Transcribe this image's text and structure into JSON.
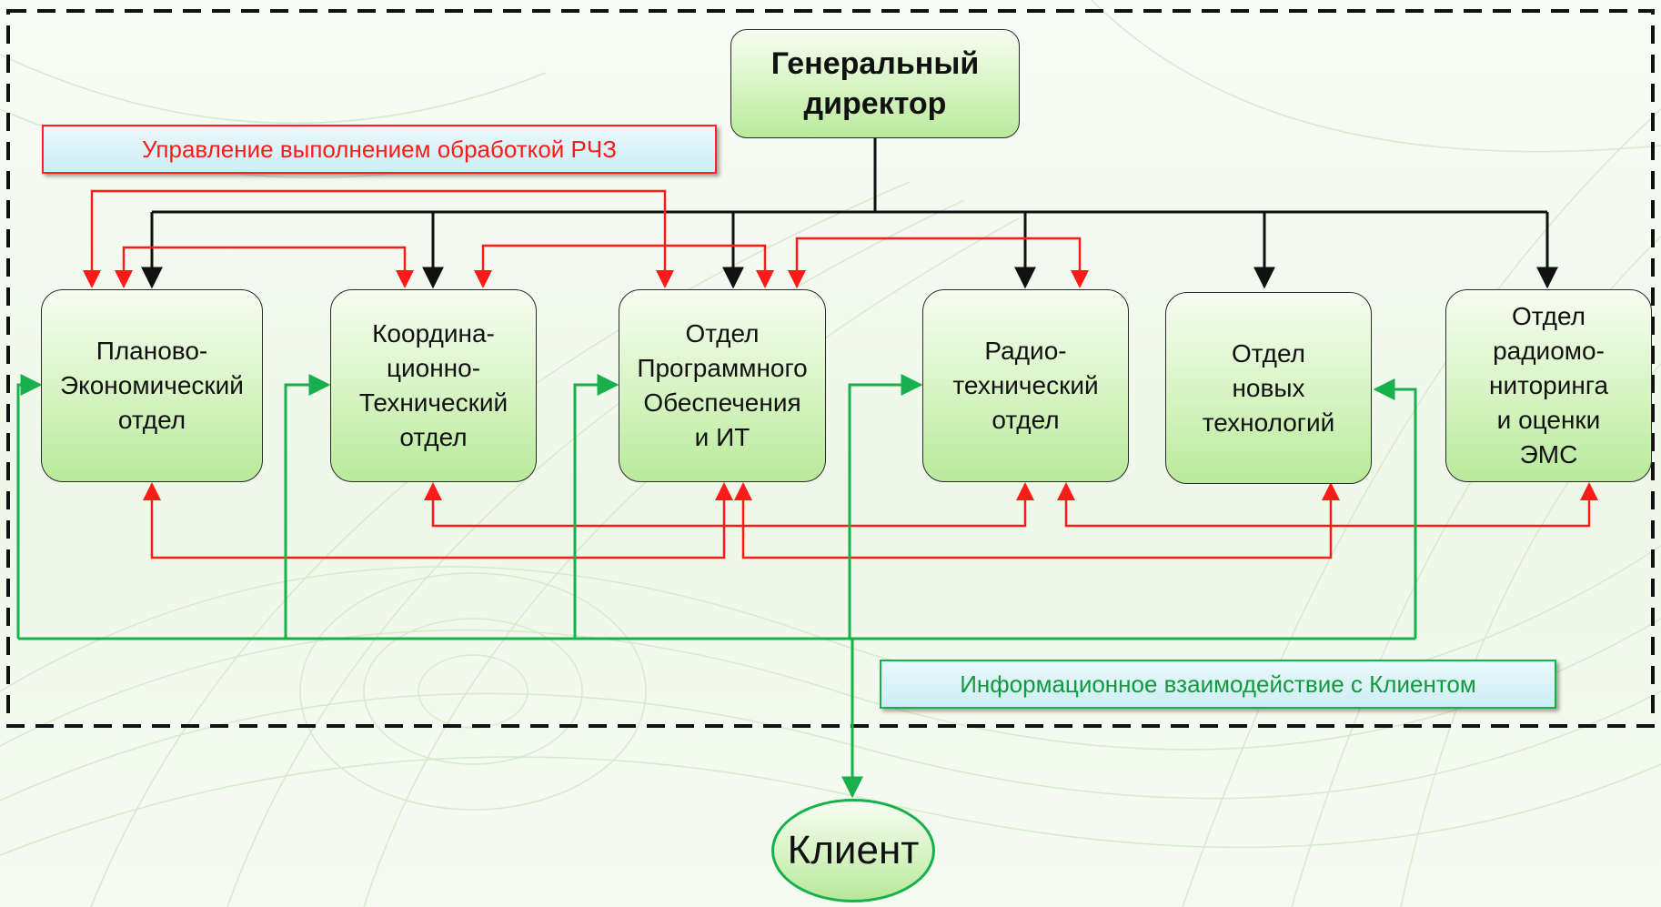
{
  "director": {
    "label": "Генеральный\nдиректор"
  },
  "departments": [
    {
      "label": "Планово-\nЭкономический\nотдел"
    },
    {
      "label": "Координа-\nционно-\nТехнический\nотдел"
    },
    {
      "label": "Отдел\nПрограммного\nОбеспечения\nи ИТ"
    },
    {
      "label": "Радио-\nтехнический\nотдел"
    },
    {
      "label": "Отдел\nновых\nтехнологий"
    },
    {
      "label": "Отдел\nрадиомо-\nниторинга\nи оценки\nЭМС"
    }
  ],
  "labels": {
    "management": "Управление  выполнением обработкой РЧЗ",
    "information": "Информационное взаимодействие с Клиентом"
  },
  "client": {
    "label": "Клиент"
  },
  "colors": {
    "hierarchy": "#111111",
    "management": "#ff1a1a",
    "information": "#18b04c",
    "boundary": "#111111"
  }
}
